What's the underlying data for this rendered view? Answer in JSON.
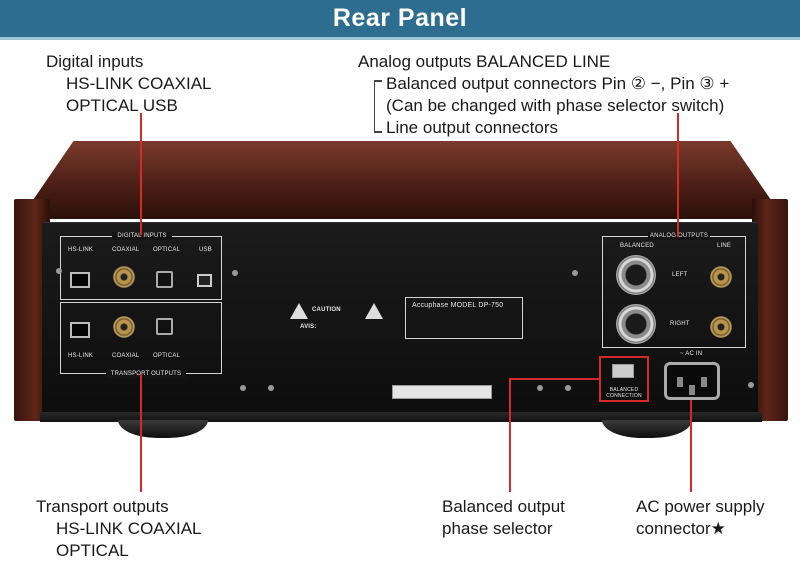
{
  "banner": {
    "title": "Rear Panel"
  },
  "labels": {
    "digital_inputs": {
      "title": "Digital inputs",
      "line1": "HS-LINK   COAXIAL",
      "line2": "OPTICAL   USB"
    },
    "analog_outputs": {
      "title": "Analog outputs   BALANCED   LINE",
      "balanced": "Balanced output connectors   Pin ② −, Pin ③ +",
      "balanced_note": "(Can be changed with phase selector switch)",
      "line": "Line output connectors"
    },
    "transport_outputs": {
      "title": "Transport outputs",
      "line1": "HS-LINK   COAXIAL",
      "line2": "OPTICAL"
    },
    "phase_selector": {
      "line1": "Balanced output",
      "line2": "phase selector"
    },
    "ac_power": {
      "line1": "AC power supply",
      "line2": "connector★"
    }
  },
  "panel": {
    "digital_inputs_header": "DIGITAL INPUTS",
    "digital_inputs_connectors": [
      "HS-LINK",
      "COAXIAL",
      "OPTICAL",
      "USB"
    ],
    "transport_outputs_connectors": [
      "HS-LINK",
      "COAXIAL",
      "OPTICAL"
    ],
    "transport_outputs_header": "TRANSPORT OUTPUTS",
    "analog_outputs_header": "ANALOG OUTPUTS",
    "balanced_header": "BALANCED",
    "line_header": "LINE",
    "left": "LEFT",
    "right": "RIGHT",
    "balanced_connection": "BALANCED CONNECTION",
    "ac_in": "~ AC IN",
    "brand_model": "Accuphase  MODEL DP-750",
    "caution": "CAUTION",
    "avis": "AVIS:"
  },
  "colors": {
    "banner": "#2d6d8f",
    "leader_line": "#d42a2a"
  }
}
